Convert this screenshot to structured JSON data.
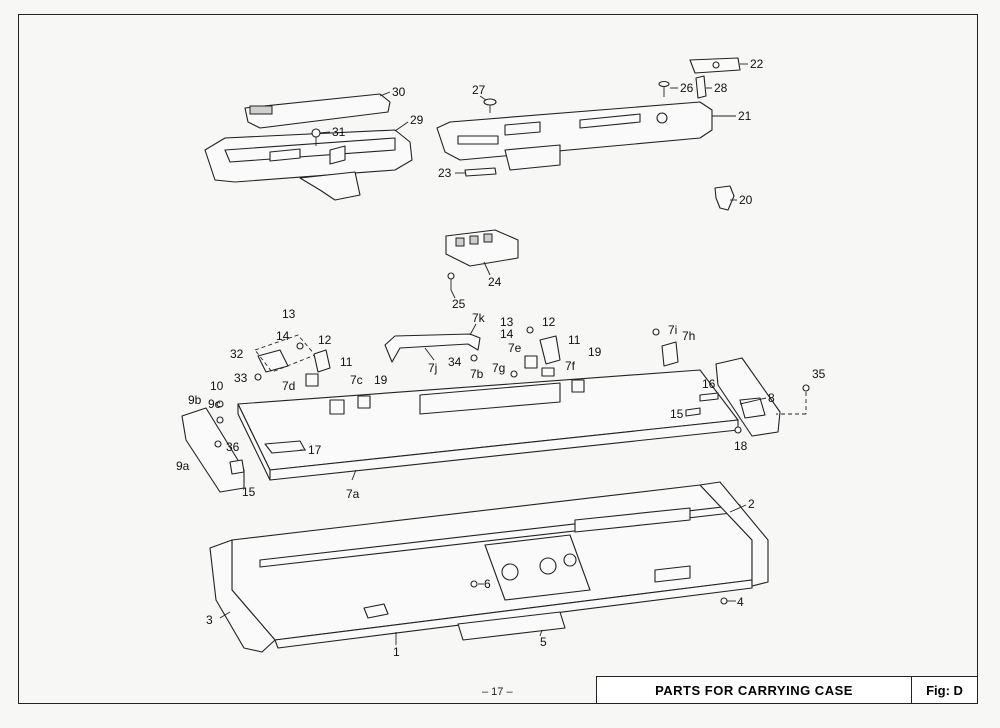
{
  "page_number": "– 17 –",
  "title": "PARTS FOR CARRYING CASE",
  "figure_label": "Fig: D",
  "callouts": [
    "30",
    "29",
    "31",
    "27",
    "26",
    "28",
    "22",
    "21",
    "23",
    "20",
    "24",
    "25",
    "13",
    "14",
    "12",
    "32",
    "33",
    "11",
    "7d",
    "7c",
    "19",
    "7j",
    "7k",
    "34",
    "7b",
    "13",
    "14",
    "12",
    "7e",
    "11",
    "7g",
    "7f",
    "19",
    "7i",
    "7h",
    "10",
    "9b",
    "9c",
    "36",
    "9a",
    "15",
    "17",
    "7a",
    "16",
    "15",
    "18",
    "8",
    "35",
    "2",
    "3",
    "1",
    "5",
    "6",
    "4"
  ]
}
